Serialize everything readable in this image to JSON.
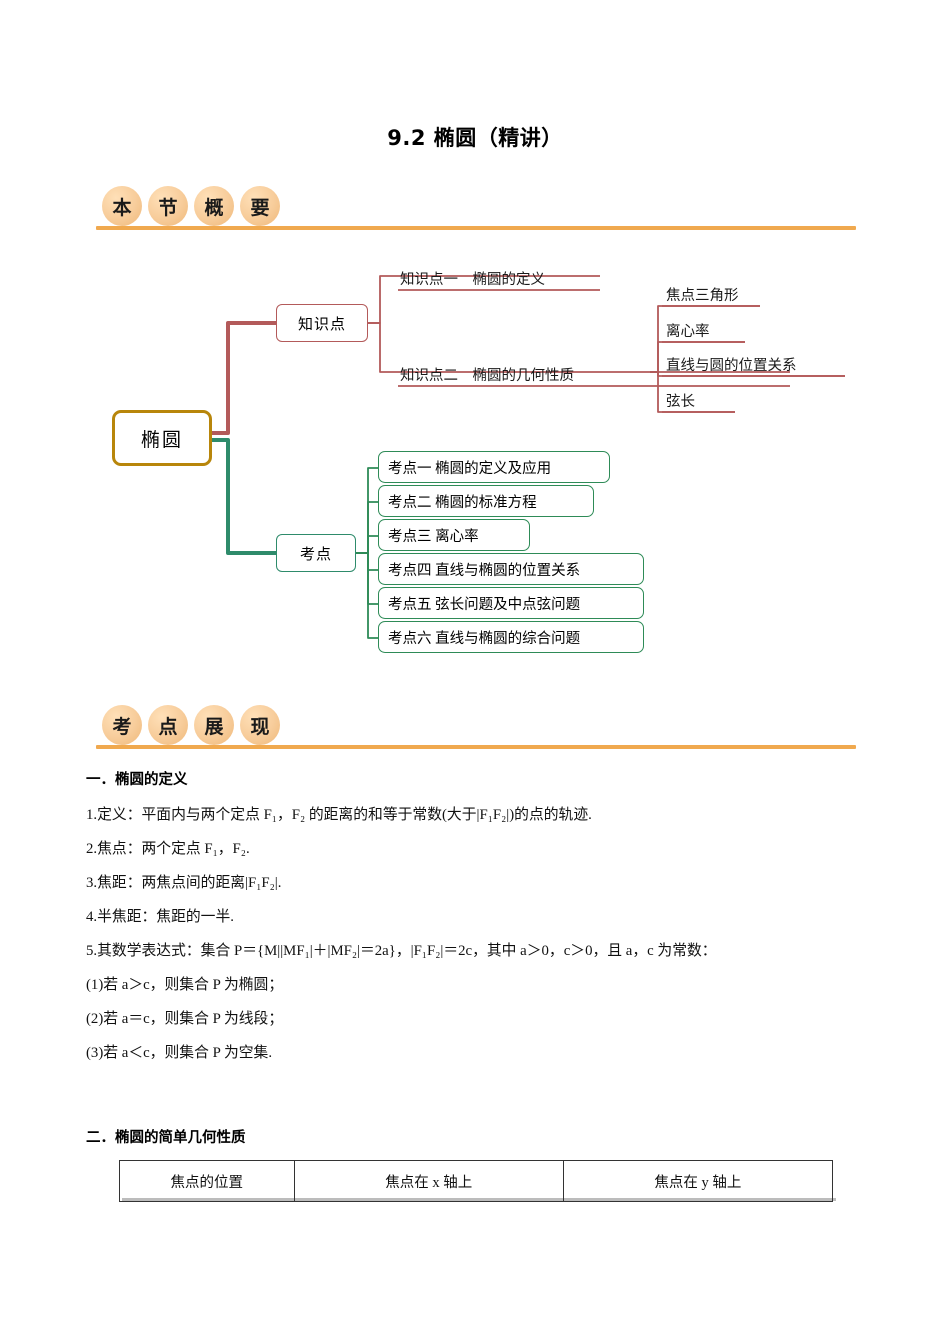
{
  "document": {
    "title": "9.2 椭圆（精讲）"
  },
  "sections": [
    {
      "id": "overview",
      "badges": [
        "本",
        "节",
        "概",
        "要"
      ]
    },
    {
      "id": "exam-points",
      "badges": [
        "考",
        "点",
        "展",
        "现"
      ]
    }
  ],
  "mindmap": {
    "root": "椭圆",
    "branches": [
      {
        "label": "知识点",
        "color": "#b35a5a",
        "items": [
          {
            "label": "知识点一　椭圆的定义",
            "children": []
          },
          {
            "label": "知识点二　椭圆的几何性质",
            "children": [
              "焦点三角形",
              "离心率",
              "直线与圆的位置关系",
              "弦长"
            ]
          }
        ]
      },
      {
        "label": "考点",
        "color": "#2e8b57",
        "items": [
          {
            "label": "考点一  椭圆的定义及应用",
            "children": []
          },
          {
            "label": "考点二  椭圆的标准方程",
            "children": []
          },
          {
            "label": "考点三  离心率",
            "children": []
          },
          {
            "label": "考点四  直线与椭圆的位置关系",
            "children": []
          },
          {
            "label": "考点五  弦长问题及中点弦问题",
            "children": []
          },
          {
            "label": "考点六  直线与椭圆的综合问题",
            "children": []
          }
        ]
      }
    ]
  },
  "content": {
    "heading1": "一．椭圆的定义",
    "lines": [
      "1.定义：平面内与两个定点 F₁，F₂ 的距离的和等于常数(大于|F₁F₂|)的点的轨迹.",
      "2.焦点：两个定点 F₁，F₂.",
      "3.焦距：两焦点间的距离|F₁F₂|.",
      "4.半焦距：焦距的一半.",
      "5.其数学表达式：集合 P＝{M||MF₁|＋|MF₂|＝2a}，|F₁F₂|＝2c，其中 a＞0，c＞0，且 a，c 为常数：",
      "(1)若 a＞c，则集合 P 为椭圆；",
      "(2)若 a＝c，则集合 P 为线段；",
      "(3)若 a＜c，则集合 P 为空集."
    ],
    "heading2": "二．椭圆的简单几何性质",
    "table": {
      "rows": [
        [
          "焦点的位置",
          "焦点在 x 轴上",
          "焦点在 y 轴上"
        ]
      ]
    }
  },
  "colors": {
    "accent_orange": "#f0a94f",
    "badge_fill": "#f7cc9a",
    "root_border": "#b8860b",
    "knowledge_border": "#b35a5a",
    "exam_border": "#2e8b57"
  }
}
